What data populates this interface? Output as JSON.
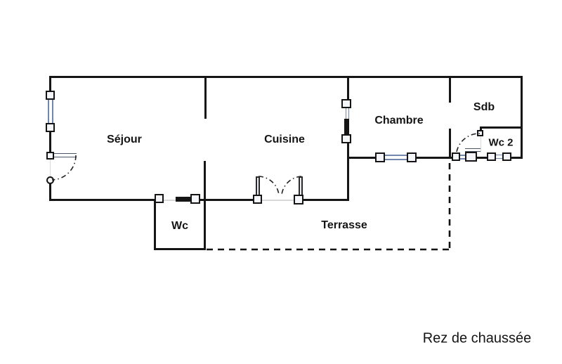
{
  "diagram_type": "floor-plan",
  "caption": "Rez de chaussée",
  "rooms": {
    "sejour": "Séjour",
    "cuisine": "Cuisine",
    "chambre": "Chambre",
    "sdb": "Sdb",
    "wc2": "Wc 2",
    "wc": "Wc",
    "terrasse": "Terrasse"
  },
  "colors": {
    "background": "#ffffff",
    "wall": "#151515",
    "window_glazing": "#7287ad",
    "text": "#141414",
    "dashed_boundary": "#111111"
  },
  "features": {
    "windows": [
      "left-wall-window",
      "chambre-south-window",
      "sdb-south-window",
      "wc2-south-window"
    ],
    "doors": [
      "sejour-entry-door",
      "wc-door",
      "cuisine-chambre-door",
      "cuisine-french-doors",
      "wc2-door"
    ],
    "outdoor": "terrasse-dashed-boundary"
  }
}
